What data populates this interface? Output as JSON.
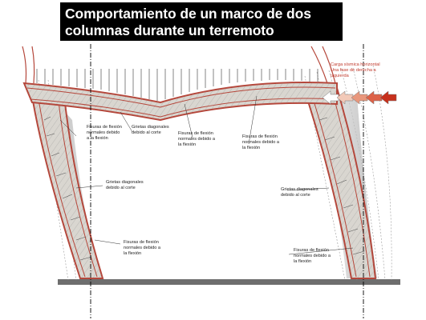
{
  "title": {
    "line1": "Comportamiento de un marco de dos",
    "line2": "columnas durante un terremoto"
  },
  "labels": {
    "seismic_load": [
      "Carga sísmica horizontal",
      "Una fase de derecha a",
      "izquierda"
    ],
    "flex_left_top": [
      "Fisuras de flexión",
      "normales debido",
      "a la flexión"
    ],
    "diag_top_left": [
      "Grietas diagonales",
      "debido al corte"
    ],
    "flex_beam_mid": [
      "Fisuras de flexión",
      "normales debido a",
      "la flexión"
    ],
    "flex_beam_right": [
      "Fisuras de flexión",
      "normales debido a",
      "la flexión"
    ],
    "diag_left_col": [
      "Grietas diagonales",
      "debido al corte"
    ],
    "diag_right_col": [
      "Grietas diagonales",
      "debido al corte"
    ],
    "flex_left_base": [
      "Fisuras de flexión",
      "normales debido a",
      "la flexión"
    ],
    "flex_right_base": [
      "Fisuras de flexión",
      "normales debido a",
      "la flexión"
    ]
  },
  "colors": {
    "concrete_red": "#b5473b",
    "concrete_fill": "#d9d6d0",
    "shade": "#bdbdbd",
    "ground": "#6e6e6e",
    "arrow_colors": [
      "#ffffff",
      "#f2c9b8",
      "#e9977c",
      "#dd6248",
      "#c7301c"
    ]
  }
}
